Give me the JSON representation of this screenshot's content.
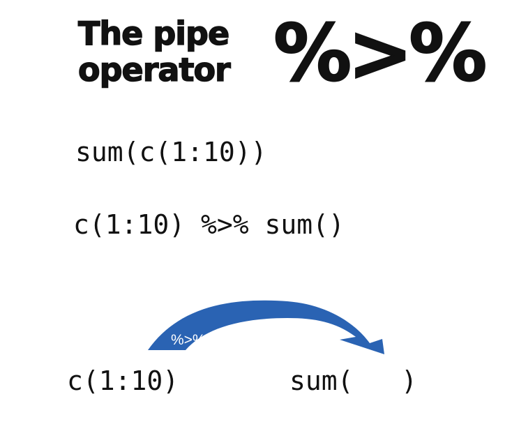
{
  "title": {
    "line1": "The pipe",
    "line2": "operator",
    "symbol": "%>%"
  },
  "examples": {
    "nested": "sum(c(1:10))",
    "piped": "c(1:10) %>% sum()"
  },
  "diagram": {
    "left_code": "c(1:10)",
    "right_code": "sum(   )",
    "arrow_label": "%>%",
    "arrow_color": "#2a63b3",
    "arrow_label_color": "#ffffff"
  },
  "colors": {
    "text": "#111111",
    "background": "#ffffff"
  }
}
